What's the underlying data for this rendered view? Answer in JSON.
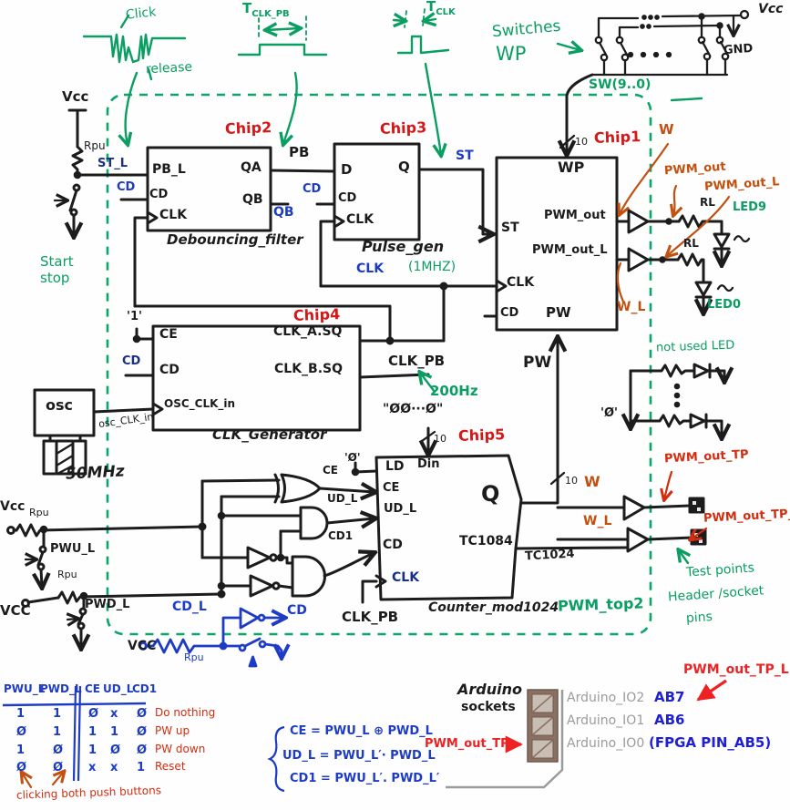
{
  "waveforms": {
    "click": "Click",
    "release": "release",
    "tclk_pb_main": "T",
    "tclk_pb_sub": "CLK_PB",
    "tclk_main": "T",
    "tclk_sub": "CLK"
  },
  "switches": {
    "title1": "Switches",
    "title2": "WP",
    "vcc": "Vcc",
    "gnd": "GND",
    "bus": "SW(9..0)"
  },
  "start_button": {
    "vcc": "Vcc",
    "rpu": "Rpu",
    "st_l": "ST_L",
    "start": "Start",
    "stop": "stop"
  },
  "chip2": {
    "name": "Chip2",
    "caption": "Debouncing_filter",
    "pin_pb_l": "PB_L",
    "pin_cd": "CD",
    "pin_clk": "CLK",
    "pin_qa": "QA",
    "pin_qb": "QB",
    "wire_pb": "PB",
    "wire_qb": "QB",
    "wire_cd": "CD"
  },
  "chip3": {
    "name": "Chip3",
    "caption": "Pulse_gen",
    "pin_d": "D",
    "pin_cd": "CD",
    "pin_clk": "CLK",
    "pin_q": "Q",
    "wire_cd": "CD",
    "wire_st": "ST"
  },
  "clk_net": {
    "label": "CLK",
    "freq": "(1MHZ)"
  },
  "chip1": {
    "name": "Chip1",
    "pin_wp": "WP",
    "pin_st": "ST",
    "pin_clk": "CLK",
    "pin_cd": "CD",
    "pin_pwm_out": "PWM_out",
    "pin_pwm_out_l": "PWM_out_L",
    "pin_pw": "PW",
    "bus_wp": "10",
    "bus_pw": "10",
    "wire_pw": "PW"
  },
  "chip4": {
    "name": "Chip4",
    "caption": "CLK_Generator",
    "pin_ce": "CE",
    "pin_cd": "CD",
    "pin_osc": "OSC_CLK_in",
    "pin_clk_a": "CLK_A.SQ",
    "pin_clk_b": "CLK_B.SQ",
    "tie_one": "'1'",
    "wire_cd": "CD",
    "wire_clk_pb": "CLK_PB",
    "freq": "200Hz"
  },
  "osc": {
    "label": "osc",
    "wire": "osc_CLK_in",
    "freq": "50MHz"
  },
  "chip5": {
    "name": "Chip5",
    "caption": "Counter_mod1024",
    "device": "TC1084",
    "pin_ld": "LD",
    "pin_ce": "CE",
    "pin_ud_l": "UD_L",
    "pin_cd": "CD",
    "pin_clk": "CLK",
    "pin_din": "Din",
    "pin_q": "Q",
    "din_const": "\"ØØ···Ø\"",
    "bus_din": "10",
    "tie_zero": "'Ø'",
    "wire_tc": "TC1024",
    "wire_clk_pb": "CLK_PB"
  },
  "gates": {
    "out_ce": "CE",
    "out_ud_l": "UD_L",
    "out_cd1": "CD1"
  },
  "push_buttons": {
    "vcc_up": "Vcc",
    "rpu_up": "Rpu",
    "pwu_l": "PWU_L",
    "rpu_down": "Rpu",
    "vcc_down": "VCC",
    "pwd_l": "PWD_L"
  },
  "blue_circuit": {
    "cd_l": "CD_L",
    "cd": "CD",
    "vcc": "VCC",
    "rpu": "Rpu"
  },
  "outputs": {
    "w": "W",
    "w_l": "W_L",
    "pwm_out": "PWM_out",
    "pwm_out_l": "PWM_out_L",
    "rl_top": "RL",
    "rl_bottom": "RL",
    "led9": "LED9",
    "led0": "LED0",
    "not_used": "not used LED",
    "tie_zero": "'Ø'"
  },
  "testpoints": {
    "w": "W",
    "w_l": "W_L",
    "tp": "PWM_out_TP",
    "tp_l": "PWM_out_TP_L",
    "caption1": "Test points",
    "caption2": "Header /socket",
    "caption3": "pins"
  },
  "board": {
    "label": "PWM_top2"
  },
  "truth_table": {
    "headers": [
      "PWU_L",
      "PWD_L",
      "CE",
      "UD_L",
      "CD1"
    ],
    "rows": [
      [
        "1",
        "1",
        "Ø",
        "x",
        "Ø"
      ],
      [
        "Ø",
        "1",
        "1",
        "1",
        "Ø"
      ],
      [
        "1",
        "Ø",
        "1",
        "Ø",
        "Ø"
      ],
      [
        "Ø",
        "Ø",
        "x",
        "x",
        "1"
      ]
    ],
    "actions": [
      "Do nothing",
      "PW up",
      "PW down",
      "Reset"
    ],
    "note": "clicking both push buttons"
  },
  "equations": {
    "eq1": "CE = PWU_L ⊕ PWD_L",
    "eq2": "UD_L = PWU_L′· PWD_L",
    "eq3": "CD1 = PWU_L′. PWD_L′"
  },
  "arduino": {
    "title1": "Arduino",
    "title2": "sockets",
    "io2": "Arduino_IO2",
    "io1": "Arduino_IO1",
    "io0": "Arduino_IO0",
    "ab7": "AB7",
    "ab6": "AB6",
    "ab5": "(FPGA PIN_AB5)",
    "tp": "PWM_out_TP",
    "tp_l": "PWM_out_TP_L"
  }
}
